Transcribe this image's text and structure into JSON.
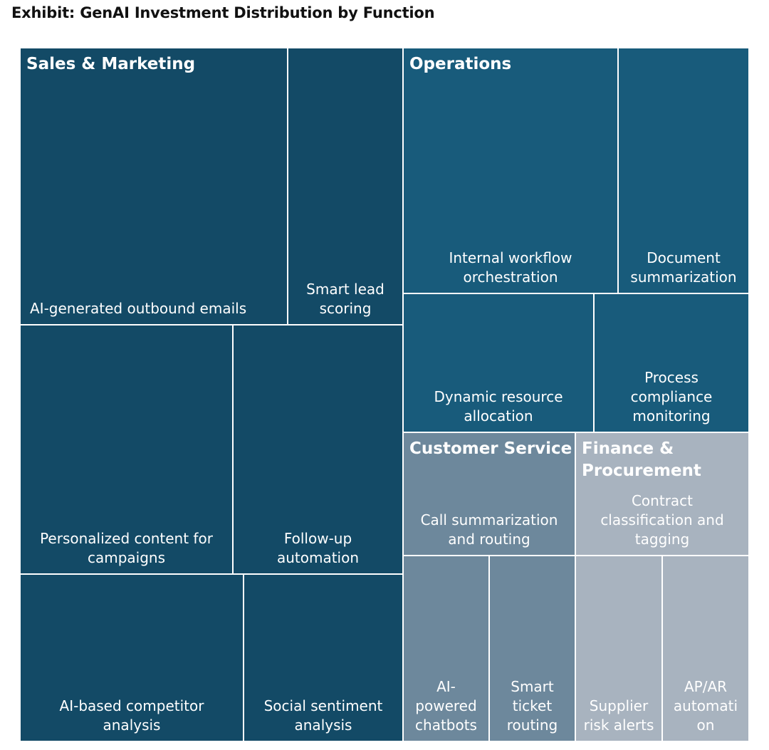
{
  "title": "Exhibit: GenAI Investment Distribution by Function",
  "chart_data": {
    "type": "treemap",
    "title": "Exhibit: GenAI Investment Distribution by Function",
    "categories": [
      {
        "name": "Sales & Marketing",
        "color": "#134a66",
        "items": [
          {
            "label": "AI-generated outbound emails",
            "text": "AI-generated outbound emails",
            "align": "left"
          },
          {
            "label": "Smart lead scoring",
            "text": "Smart lead\nscoring"
          },
          {
            "label": "Personalized content for campaigns",
            "text": "Personalized content for\ncampaigns"
          },
          {
            "label": "Follow-up automation",
            "text": "Follow-up\nautomation"
          },
          {
            "label": "AI-based competitor analysis",
            "text": "AI-based competitor\nanalysis"
          },
          {
            "label": "Social sentiment analysis",
            "text": "Social sentiment\nanalysis"
          }
        ]
      },
      {
        "name": "Operations",
        "color": "#185b7b",
        "items": [
          {
            "label": "Internal workflow orchestration",
            "text": "Internal workflow\norchestration"
          },
          {
            "label": "Document summarization",
            "text": "Document\nsummarization"
          },
          {
            "label": "Dynamic resource allocation",
            "text": "Dynamic resource\nallocation"
          },
          {
            "label": "Process compliance monitoring",
            "text": "Process\ncompliance\nmonitoring"
          }
        ]
      },
      {
        "name": "Customer Service",
        "color": "#6d889c",
        "items": [
          {
            "label": "Call summarization and routing",
            "text": "Call summarization\nand routing"
          },
          {
            "label": "AI-powered chatbots",
            "text": "AI-\npowered\nchatbots"
          },
          {
            "label": "Smart ticket routing",
            "text": "Smart\nticket\nrouting"
          }
        ]
      },
      {
        "name": "Finance & Procurement",
        "color": "#a8b3bf",
        "items": [
          {
            "label": "Contract classification and tagging",
            "text": "Contract\nclassification and\ntagging"
          },
          {
            "label": "Supplier risk alerts",
            "text": "Supplier\nrisk alerts"
          },
          {
            "label": "AP/AR automation",
            "text": "AP/AR\nautomati\non"
          }
        ]
      }
    ],
    "category_titles": {
      "sales": "Sales & Marketing",
      "ops": "Operations",
      "cs": "Customer Service",
      "fin": "Finance &\nProcurement"
    }
  }
}
